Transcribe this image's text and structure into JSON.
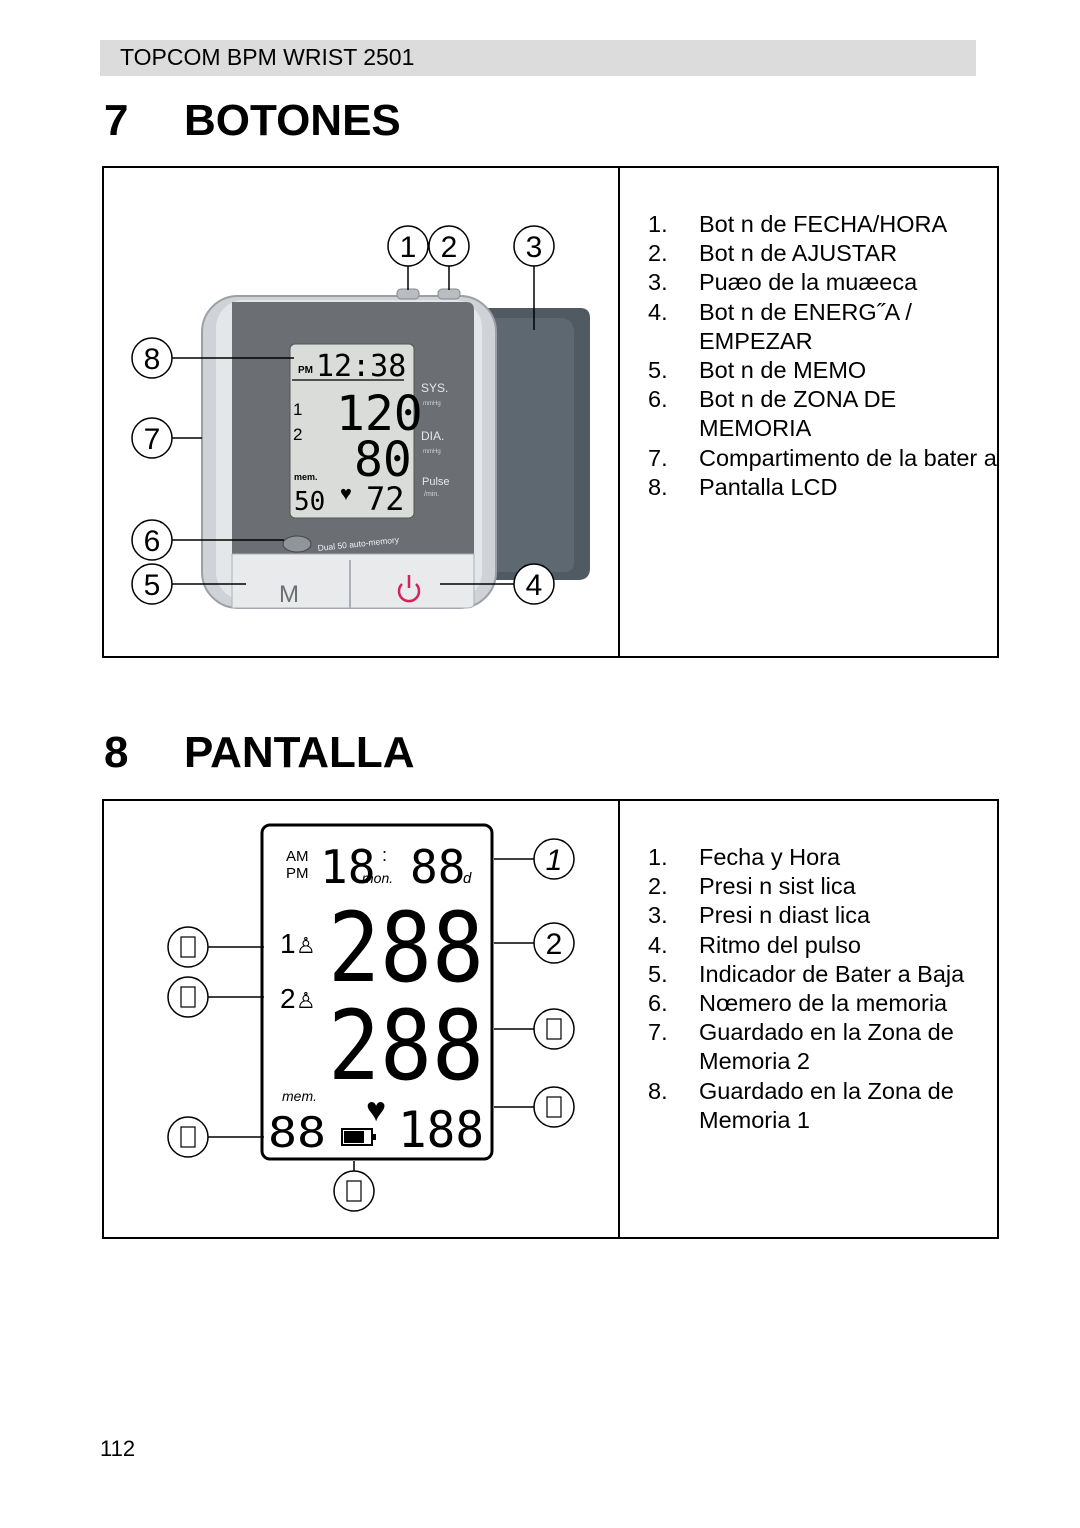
{
  "header": {
    "title": "TOPCOM BPM WRIST 2501"
  },
  "sections": [
    {
      "number": "7",
      "title": "BOTONES",
      "items": [
        {
          "num": "1.",
          "text": "Bot n de FECHA/HORA"
        },
        {
          "num": "2.",
          "text": "Bot n de AJUSTAR"
        },
        {
          "num": "3.",
          "text": "Puæo de la muæeca"
        },
        {
          "num": "4.",
          "text": "Bot n de ENERG˝A / EMPEZAR"
        },
        {
          "num": "5.",
          "text": "Bot n de MEMO"
        },
        {
          "num": "6.",
          "text": "Bot n de ZONA DE MEMORIA"
        },
        {
          "num": "7.",
          "text": "Compartimento de la bater a"
        },
        {
          "num": "8.",
          "text": "Pantalla LCD"
        }
      ],
      "figure": {
        "callouts": [
          "1",
          "2",
          "3",
          "8",
          "7",
          "6",
          "5",
          "4"
        ],
        "lcd": {
          "pm": "PM",
          "time": "12:38",
          "sys_value": "120",
          "dia_value": "80",
          "pulse_value": "72",
          "mem_label": "mem.",
          "mem_value": "50",
          "sys_label": "SYS.",
          "dia_label": "DIA.",
          "pulse_label": "Pulse",
          "unit": "mmHg",
          "per_min": "/min.",
          "user1": "1",
          "user2": "2"
        },
        "device_text": "Dual 50 auto-memory",
        "m_button": "M"
      }
    },
    {
      "number": "8",
      "title": "PANTALLA",
      "items": [
        {
          "num": "1.",
          "text": "Fecha y Hora"
        },
        {
          "num": "2.",
          "text": "Presi n sist lica"
        },
        {
          "num": "3.",
          "text": "Presi n diast lica"
        },
        {
          "num": "4.",
          "text": "Ritmo del pulso"
        },
        {
          "num": "5.",
          "text": "Indicador de Bater a Baja"
        },
        {
          "num": "6.",
          "text": "Nœmero de la memoria"
        },
        {
          "num": "7.",
          "text": "Guardado en la Zona de Memoria 2"
        },
        {
          "num": "8.",
          "text": "Guardado en la Zona de Memoria 1"
        }
      ],
      "figure": {
        "callouts": [
          "1",
          "2"
        ],
        "lcd": {
          "am": "AM",
          "pm": "PM",
          "hour": "18",
          "colon": ":",
          "mon": "mon.",
          "day": "88",
          "d": "d",
          "sys_digits": "288",
          "dia_digits": "288",
          "mem_label": "mem.",
          "mem_digits": "88",
          "pulse_digits": "188",
          "user1": "1",
          "user2": "2"
        }
      }
    }
  ],
  "page_number": "112",
  "colors": {
    "header_bg": "#dcdcdc",
    "device_body": "#6b6f74",
    "lcd_bg": "#d9dcd8",
    "power_icon": "#d0245a"
  }
}
